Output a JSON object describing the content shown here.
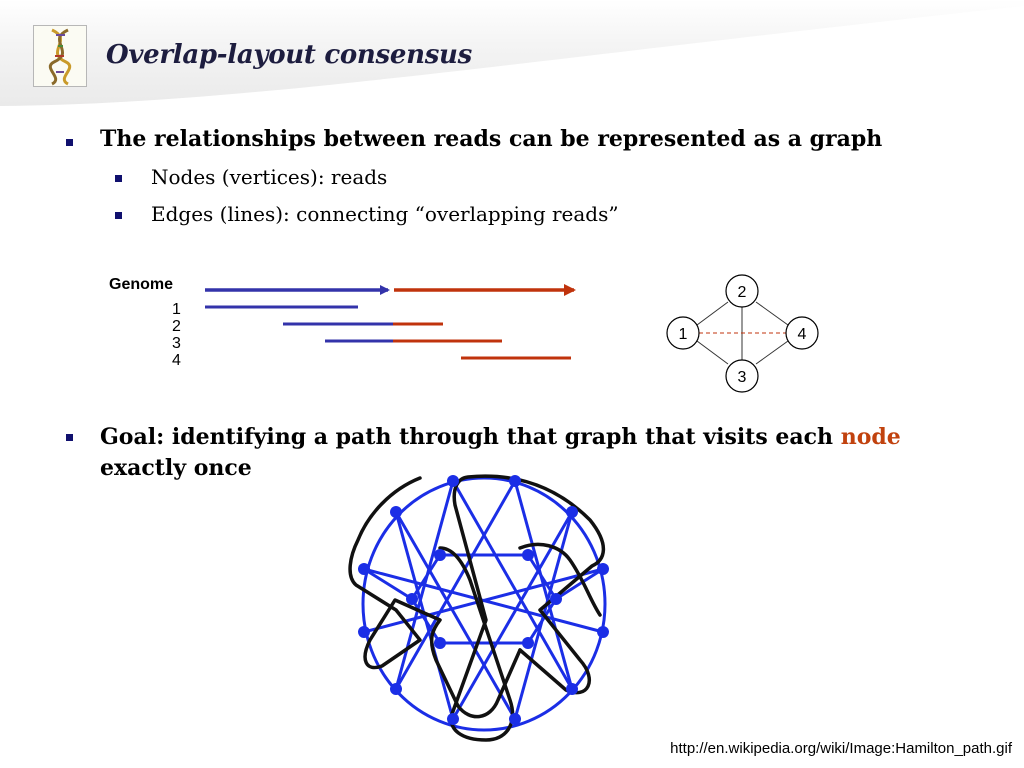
{
  "slide": {
    "title": "Overlap-layout consensus",
    "logo_icon": "dna-helix-icon"
  },
  "bullets": [
    {
      "level": 1,
      "text": "The relationships between reads can be represented as a graph"
    },
    {
      "level": 2,
      "text": "Nodes (vertices): reads"
    },
    {
      "level": 2,
      "text": "Edges (lines): connecting “overlapping reads”"
    }
  ],
  "reads_figure": {
    "genome_label": "Genome",
    "read_labels": [
      "1",
      "2",
      "3",
      "4"
    ]
  },
  "graph_figure": {
    "nodes": [
      "1",
      "2",
      "3",
      "4"
    ]
  },
  "goal": {
    "prefix": "Goal: identifying a path through that graph that visits each ",
    "highlight": "node",
    "suffix": "exactly once"
  },
  "hamilton_image": {
    "icon": "hamiltonian-path-dodecahedron-graph"
  },
  "source_url": "http://en.wikipedia.org/wiki/Image:Hamilton_path.gif",
  "colors": {
    "blue": "#3333aa",
    "red": "#c0330c",
    "bullet": "#10106e",
    "highlight": "#c1420e",
    "graph_blue": "#1b2ee6"
  }
}
